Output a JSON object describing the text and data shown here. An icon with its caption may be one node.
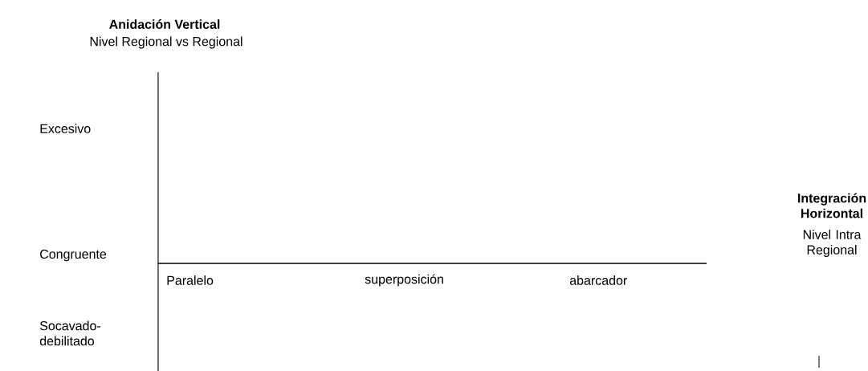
{
  "diagram": {
    "labels": [
      "Anidación Vertical",
      "Nivel Regional vs Regional",
      "Excesivo",
      "Integración Horizontal",
      "Nivel Intra Regional",
      "Congruente",
      "Paralelo",
      "superposición",
      "abarcador",
      "Socavado-debilitado"
    ]
  }
}
